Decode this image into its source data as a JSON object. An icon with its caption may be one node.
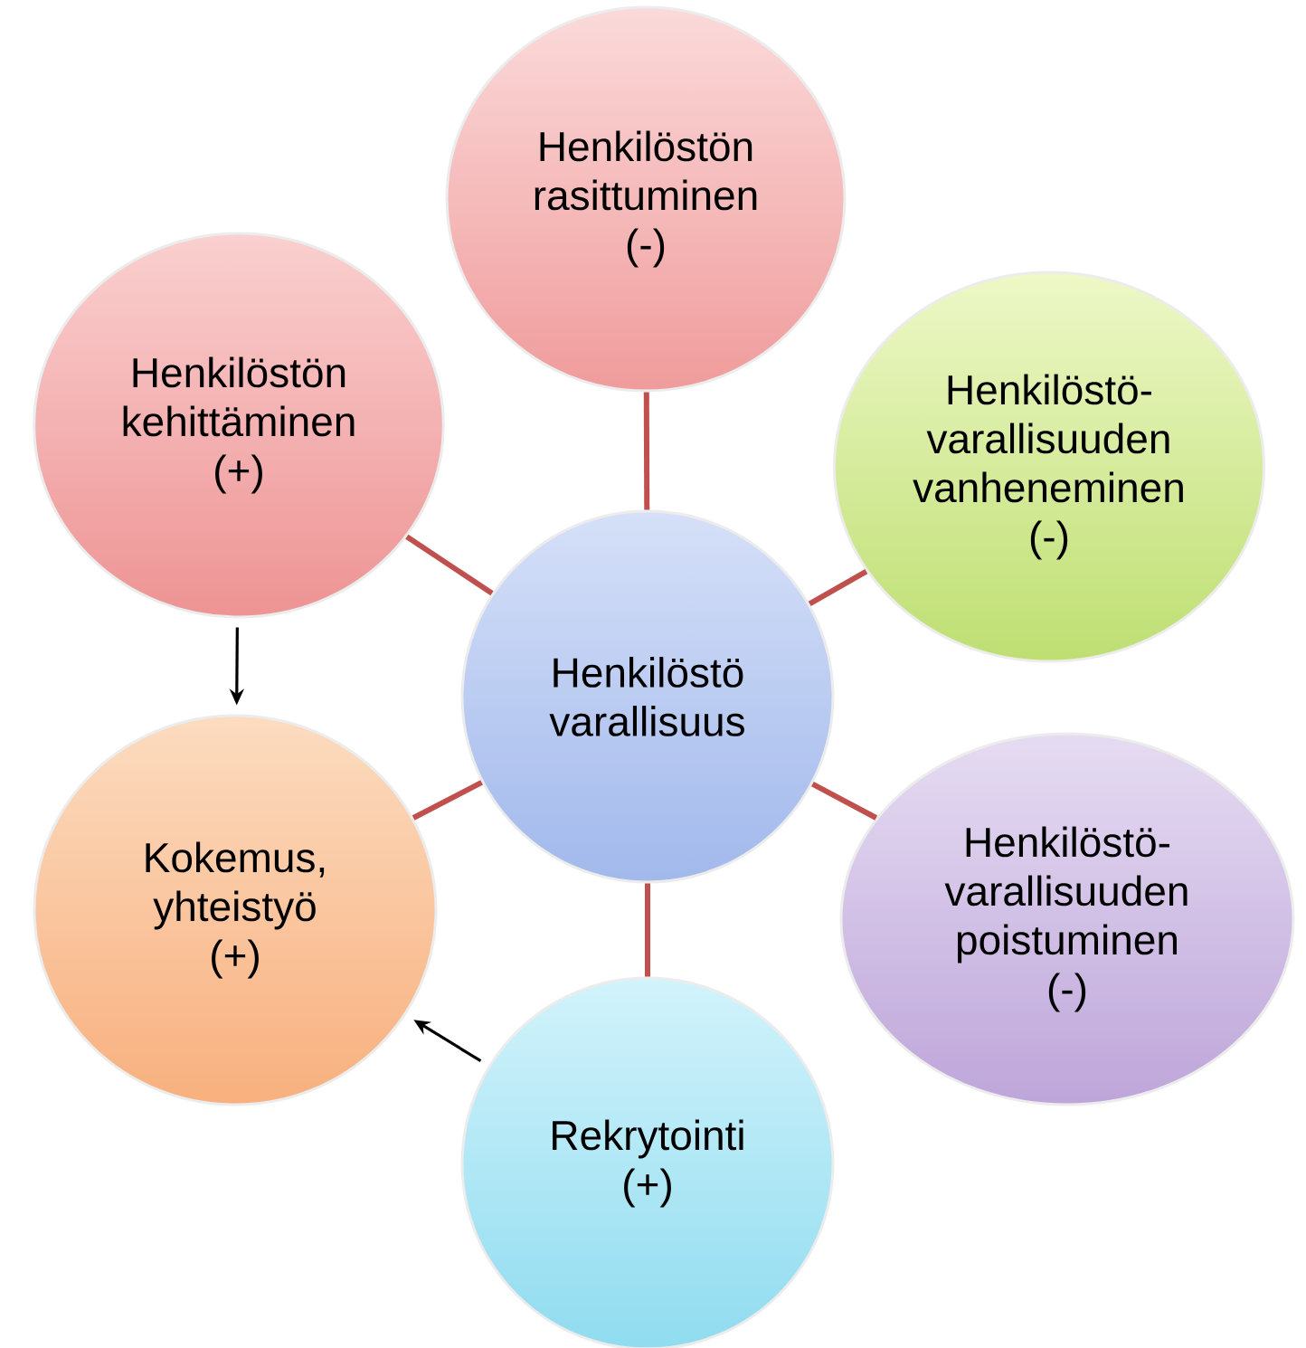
{
  "diagram": {
    "nodes": [
      {
        "text": [
          "Henkilöstö varallisuus"
        ]
      },
      {
        "text": [
          "Henkilöstön rasittuminen (-)"
        ]
      },
      {
        "text": [
          "Henkilöstö- varallisuuden vanheneminen (-)"
        ]
      },
      {
        "text": [
          "Henkilöstö- varallisuuden poistuminen (-)"
        ]
      },
      {
        "text": [
          "Rekrytointi (+)"
        ]
      },
      {
        "text": [
          "Kokemus, yhteistyö (+)"
        ]
      },
      {
        "text": [
          "Henkilöstön kehittäminen (+)"
        ]
      }
    ],
    "edges": [
      {
        "from": 0,
        "to": 1,
        "arrow": "none"
      },
      {
        "from": 0,
        "to": 2,
        "arrow": "none"
      },
      {
        "from": 0,
        "to": 3,
        "arrow": "none"
      },
      {
        "from": 0,
        "to": 4,
        "arrow": "none"
      },
      {
        "from": 0,
        "to": 5,
        "arrow": "none"
      },
      {
        "from": 0,
        "to": 6,
        "arrow": "none"
      },
      {
        "from": 6,
        "to": 5,
        "arrow": "to",
        "color": "#000000"
      },
      {
        "from": 4,
        "to": 5,
        "arrow": "to",
        "color": "#000000"
      }
    ]
  }
}
